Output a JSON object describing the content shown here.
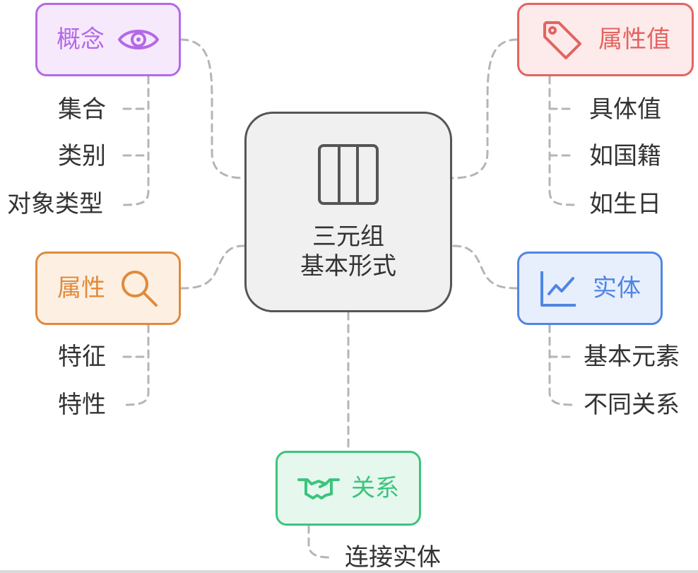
{
  "center": {
    "line1": "三元组",
    "line2": "基本形式"
  },
  "colors": {
    "concept": "#b469e6",
    "concept_bg": "#f6e9fc",
    "attrval": "#e36460",
    "attrval_bg": "#fdeaea",
    "attr": "#e08a3c",
    "attr_bg": "#fdf0e3",
    "entity": "#4f86e5",
    "entity_bg": "#e8effc",
    "rel": "#3cc47c",
    "rel_bg": "#e6f8ee",
    "connector": "#b5b5b5",
    "text": "#333333"
  },
  "nodes": {
    "concept": {
      "label": "概念",
      "icon": "eye-icon",
      "children": [
        "集合",
        "类别",
        "对象类型"
      ]
    },
    "attrval": {
      "label": "属性值",
      "icon": "tag-icon",
      "children": [
        "具体值",
        "如国籍",
        "如生日"
      ]
    },
    "attr": {
      "label": "属性",
      "icon": "search-icon",
      "children": [
        "特征",
        "特性"
      ]
    },
    "entity": {
      "label": "实体",
      "icon": "chart-line-icon",
      "children": [
        "基本元素",
        "不同关系"
      ]
    },
    "rel": {
      "label": "关系",
      "icon": "handshake-icon",
      "children": [
        "连接实体"
      ]
    }
  }
}
